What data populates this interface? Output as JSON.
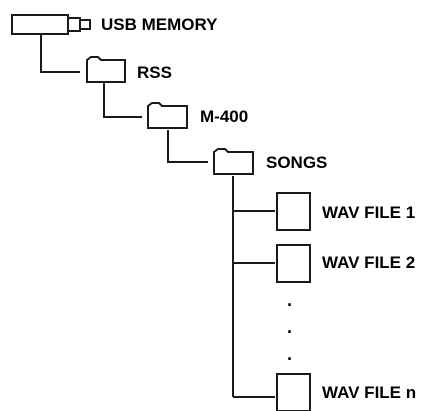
{
  "tree": {
    "root": {
      "label": "USB MEMORY",
      "icon": "usb-stick-icon"
    },
    "level1": {
      "label": "RSS",
      "icon": "folder-icon"
    },
    "level2": {
      "label": "M-400",
      "icon": "folder-icon"
    },
    "level3": {
      "label": "SONGS",
      "icon": "folder-icon"
    },
    "files": [
      {
        "label": "WAV FILE 1",
        "icon": "file-icon"
      },
      {
        "label": "WAV FILE 2",
        "icon": "file-icon"
      },
      {
        "label": "WAV FILE n",
        "icon": "file-icon"
      }
    ],
    "ellipsis": [
      "·",
      "·",
      "·"
    ]
  }
}
